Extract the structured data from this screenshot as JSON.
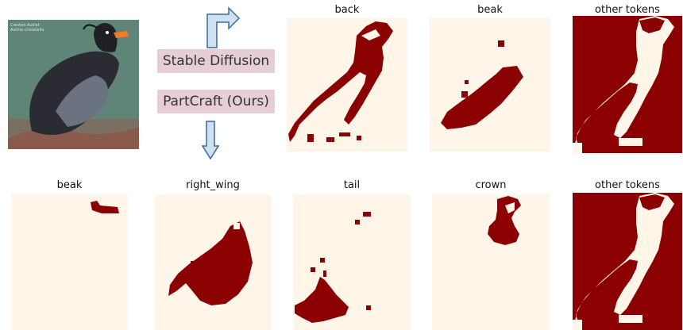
{
  "labels": {
    "stable_diffusion": "Stable Diffusion",
    "partcraft": "PartCraft (Ours)"
  },
  "photo": {
    "caption_line1": "Crested Auklet",
    "caption_line2": "Aethia cristatella"
  },
  "top_row": {
    "titles": [
      "back",
      "beak",
      "other tokens"
    ]
  },
  "bottom_row": {
    "titles": [
      "beak",
      "right_wing",
      "tail",
      "crown",
      "other tokens"
    ]
  },
  "colors": {
    "background_cream": "#fff5e8",
    "attention_red": "#8b0000",
    "arrow_fill": "#cfe0f0",
    "arrow_stroke": "#3a6a9a",
    "label_bg": "#e6cdd6"
  }
}
